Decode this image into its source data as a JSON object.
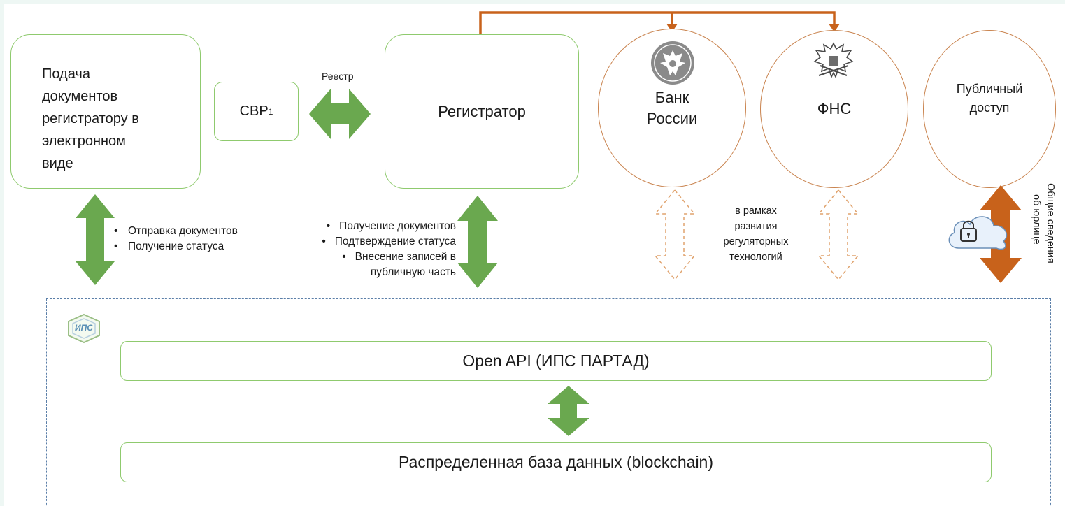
{
  "boxes": {
    "submission": [
      "Подача",
      "документов",
      "регистратору в",
      "электронном",
      "виде"
    ],
    "svr_label": "СВР",
    "svr_sup": "1",
    "registrar": "Регистратор"
  },
  "reestr_label": "Реестр",
  "circles": {
    "bank": [
      "Банк",
      "России"
    ],
    "fns": "ФНС",
    "public": [
      "Публичный",
      "доступ"
    ]
  },
  "left_bullets": [
    "Отправка документов",
    "Получение статуса"
  ],
  "registrar_bullets": [
    "Получение документов",
    "Подтверждение статуса",
    "Внесение записей в",
    "публичную часть"
  ],
  "regtech_note": [
    "в рамках",
    "развития",
    "регуляторных",
    "технологий"
  ],
  "public_note": [
    "Общие сведения",
    "об юрлице"
  ],
  "platform": {
    "logo_text": "ИПС",
    "open_api": "Open API (ИПС ПАРТАД)",
    "database": "Распределенная база данных (blockchain)"
  },
  "colors": {
    "green_border": "#8fca6e",
    "green_arrow": "#6aa84f",
    "orange": "#c8621b",
    "orange_border": "#c9834e",
    "platform_border": "#5a7ea8"
  },
  "icons": [
    "bank-of-russia-emblem-icon",
    "fns-emblem-icon",
    "cloud-lock-icon",
    "ips-logo-icon"
  ]
}
